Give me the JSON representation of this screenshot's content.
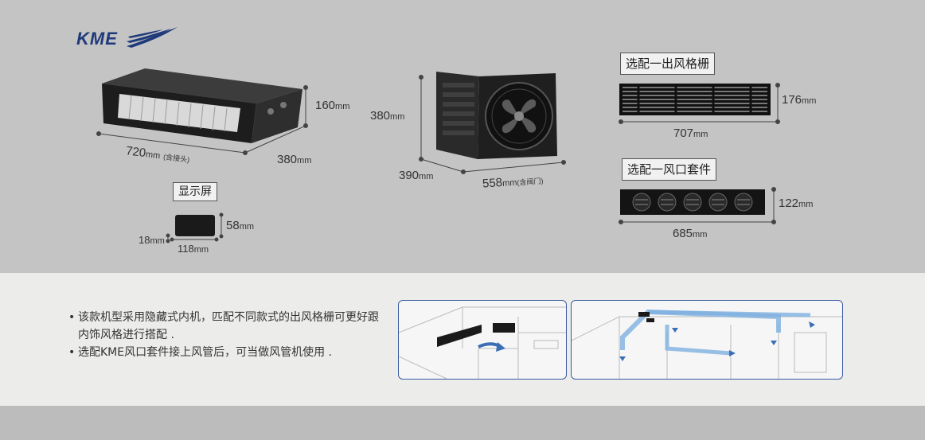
{
  "brand": {
    "logo": "KME"
  },
  "unit": {
    "width": "720",
    "width_unit": "mm",
    "width_note": "(含接头)",
    "height": "160",
    "height_unit": "mm",
    "depth": "380",
    "depth_unit": "mm"
  },
  "display": {
    "label": "显示屏",
    "height": "58",
    "height_unit": "mm",
    "width": "118",
    "width_unit": "mm",
    "depth": "18",
    "depth_unit": "mm"
  },
  "fan": {
    "height": "380",
    "height_unit": "mm",
    "depth": "390",
    "depth_unit": "mm",
    "width": "558",
    "width_unit": "mm",
    "width_note": "(含阀门)"
  },
  "grille": {
    "label": "选配一出风格栅",
    "height": "176",
    "height_unit": "mm",
    "width": "707",
    "width_unit": "mm"
  },
  "vent_kit": {
    "label": "选配一风口套件",
    "height": "122",
    "height_unit": "mm",
    "width": "685",
    "width_unit": "mm"
  },
  "notes": [
    "该款机型采用隐藏式内机，匹配不同款式的出风格栅可更好跟内饰风格进行搭配 .",
    "选配KME风口套件接上风管后，可当做风管机使用 ."
  ]
}
